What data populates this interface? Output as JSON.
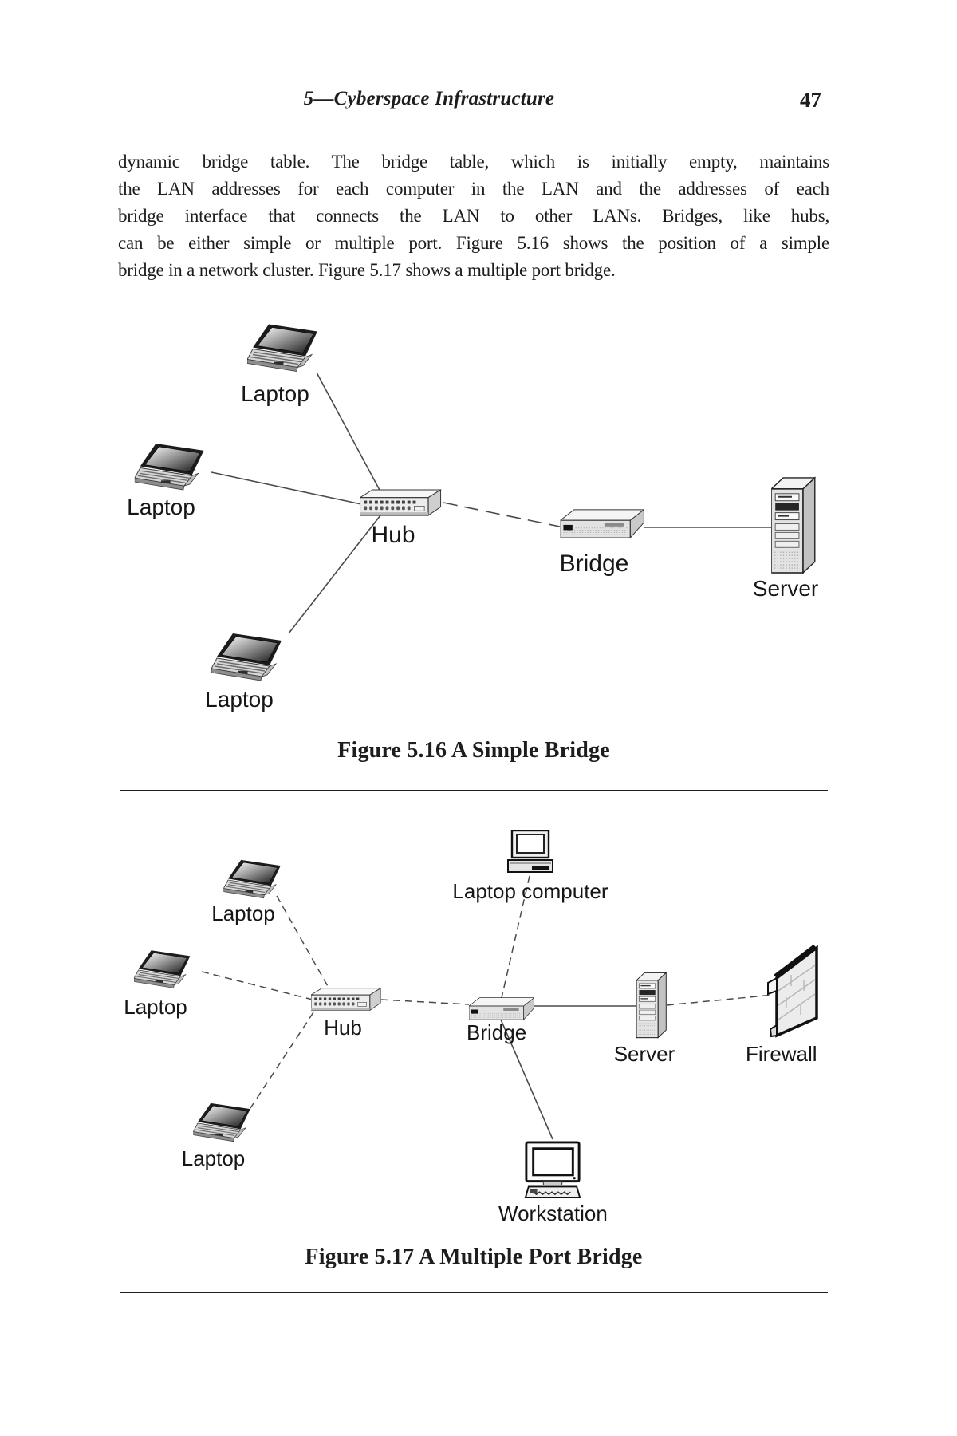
{
  "page": {
    "running_header": "5—Cyberspace Infrastructure",
    "page_number": "47",
    "paragraph_lines": [
      "dynamic bridge table. The bridge table, which is initially empty, maintains",
      "the LAN addresses for each computer in the LAN and the addresses of each",
      "bridge interface that connects the LAN to other LANs. Bridges, like hubs,",
      "can be either simple or multiple port. Figure 5.16 shows the position of a simple",
      "bridge in a network cluster. Figure 5.17 shows a multiple port bridge."
    ]
  },
  "figure_516": {
    "caption": "Figure 5.16 A Simple Bridge",
    "labels": {
      "laptop_top": "Laptop",
      "laptop_left": "Laptop",
      "laptop_bottom": "Laptop",
      "hub": "Hub",
      "bridge": "Bridge",
      "server": "Server"
    }
  },
  "figure_517": {
    "caption": "Figure 5.17 A Multiple Port Bridge",
    "labels": {
      "laptop_top": "Laptop",
      "laptop_computer": "Laptop computer",
      "laptop_left": "Laptop",
      "laptop_bottom": "Laptop",
      "hub": "Hub",
      "bridge": "Bridge",
      "server": "Server",
      "firewall": "Firewall",
      "workstation": "Workstation"
    }
  },
  "icons": [
    "laptop-icon",
    "desktop-computer-icon",
    "hub-icon",
    "bridge-icon",
    "server-icon",
    "firewall-icon",
    "workstation-icon"
  ],
  "colors": {
    "ink": "#1d1d1d",
    "connector_line": "#4a4a4a",
    "rule": "#1f1f1f",
    "icon_fill_light": "#ececec",
    "icon_fill_mid": "#c9c9c9"
  }
}
